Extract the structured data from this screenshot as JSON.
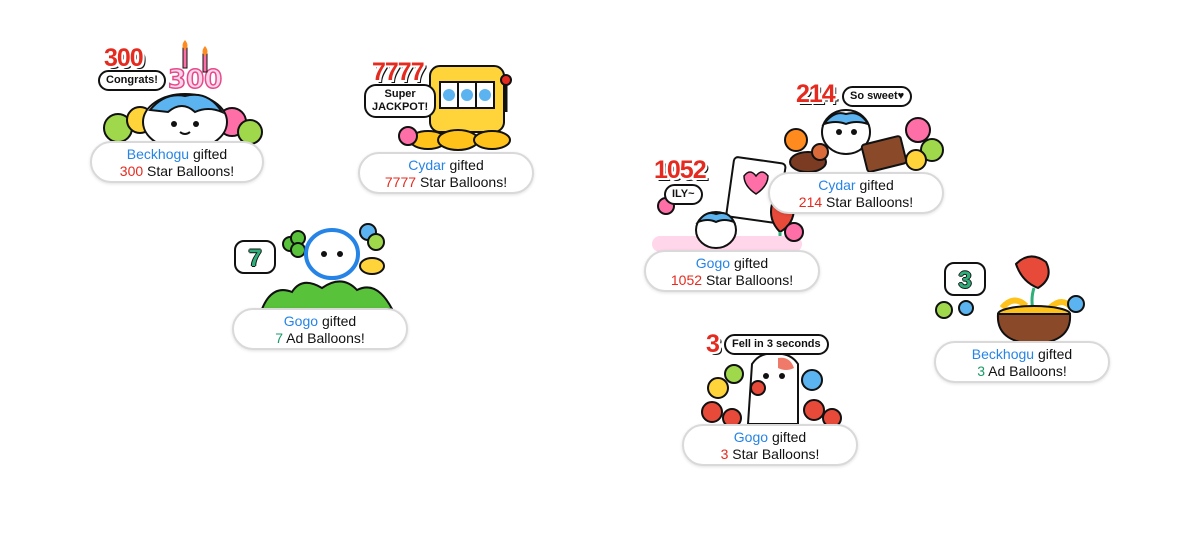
{
  "gifts": [
    {
      "id": "beckhogu-300",
      "user": "Beckhogu",
      "verb": "gifted",
      "amount": "300",
      "unit": "Star Balloons!",
      "badge": "300",
      "bubble": "Congrats!"
    },
    {
      "id": "cydar-7777",
      "user": "Cydar",
      "verb": "gifted",
      "amount": "7777",
      "unit": "Star Balloons!",
      "badge": "7777",
      "bubble_line1": "Super",
      "bubble_line2": "JACKPOT!"
    },
    {
      "id": "gogo-7",
      "user": "Gogo",
      "verb": "gifted",
      "amount": "7",
      "unit": "Ad Balloons!",
      "badge": "7"
    },
    {
      "id": "cydar-214",
      "user": "Cydar",
      "verb": "gifted",
      "amount": "214",
      "unit": "Star Balloons!",
      "badge": "214",
      "bubble": "So sweet♥"
    },
    {
      "id": "gogo-1052",
      "user": "Gogo",
      "verb": "gifted",
      "amount": "1052",
      "unit": "Star Balloons!",
      "badge": "1052",
      "bubble": "ILY~"
    },
    {
      "id": "beckhogu-3",
      "user": "Beckhogu",
      "verb": "gifted",
      "amount": "3",
      "unit": "Ad Balloons!",
      "badge": "3"
    },
    {
      "id": "gogo-3",
      "user": "Gogo",
      "verb": "gifted",
      "amount": "3",
      "unit": "Star Balloons!",
      "badge": "3",
      "bubble": "Fell in 3 seconds"
    }
  ],
  "colors": {
    "username": "#2684e6",
    "star_amount": "#e52b1f",
    "ad_amount": "#1b9a68"
  }
}
